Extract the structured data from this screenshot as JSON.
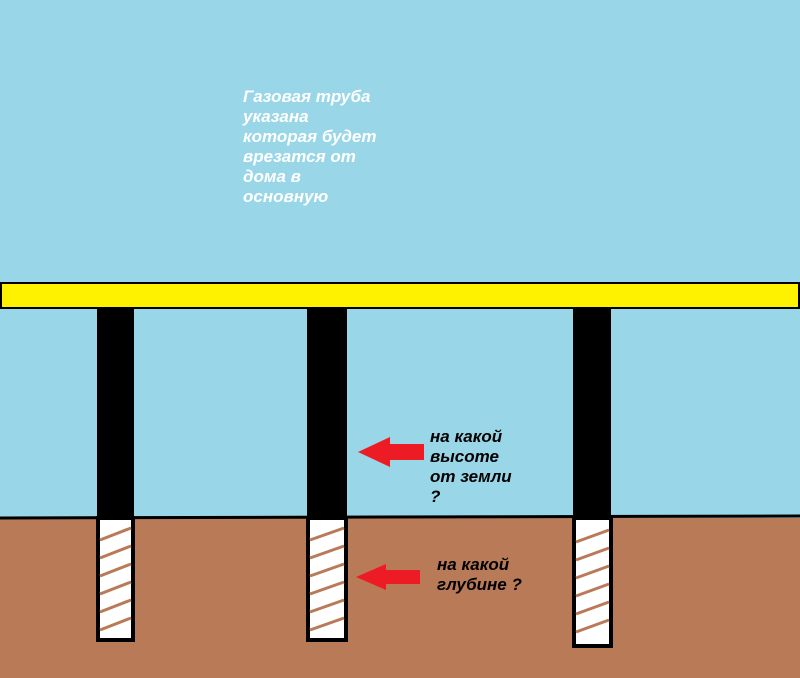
{
  "colors": {
    "sky": "#98D6E8",
    "ground": "#B97A57",
    "pipe": "#FFF200",
    "post": "#000000",
    "screw_fill": "#FFFFFF",
    "screw_thread": "#B97A57",
    "arrow": "#ED1C24",
    "note_text": "#FFFFFF",
    "question_text": "#000000"
  },
  "note": {
    "lines": [
      "Газовая труба",
      "указана",
      "которая будет",
      "врезатся от",
      "дома в",
      "основную"
    ]
  },
  "question_height": {
    "lines": [
      "на какой",
      "высоте",
      "от земли",
      "?"
    ]
  },
  "question_depth": {
    "lines": [
      "на какой",
      "глубине ?"
    ]
  }
}
